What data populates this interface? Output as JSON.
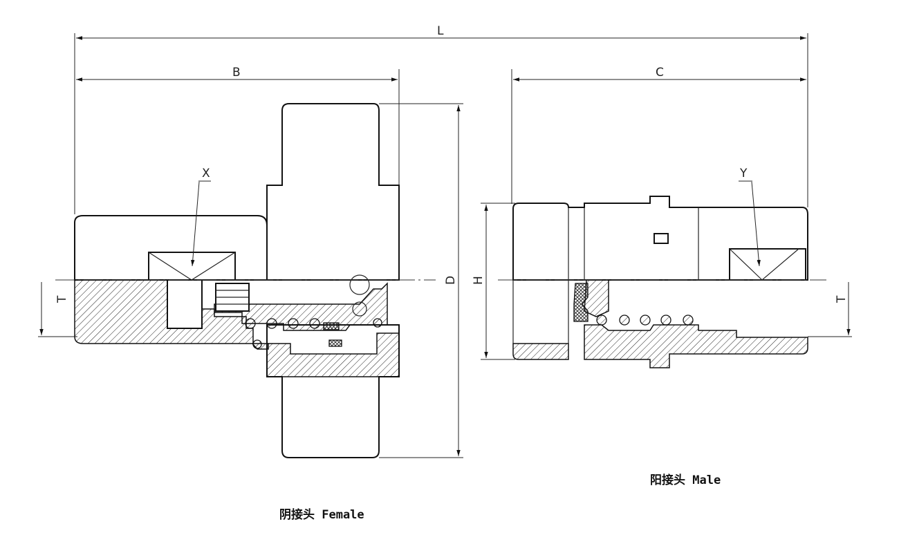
{
  "dimensions": {
    "L": "L",
    "B": "B",
    "C": "C",
    "D": "D",
    "H": "H",
    "T_left": "T",
    "T_right": "T"
  },
  "ports": {
    "X": "X",
    "Y": "Y"
  },
  "captions": {
    "female": "阴接头 Female",
    "male": "阳接头 Male"
  }
}
